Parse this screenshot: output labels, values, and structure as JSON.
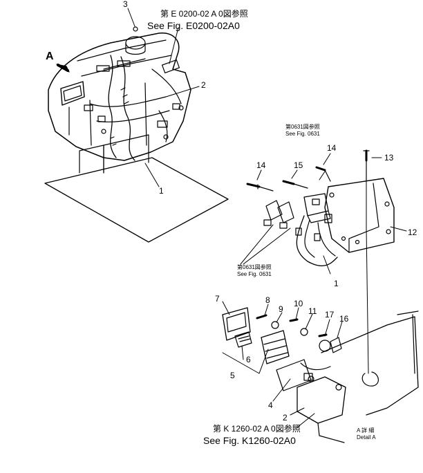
{
  "refs": {
    "e0200_jp": "第 E 0200-02 A 0図参照",
    "e0200_en": "See Fig. E0200-02A0",
    "r0631_top_jp": "第0631図参照",
    "r0631_top_en": "See Fig. 0631",
    "r0631_bot_jp": "第0631図参照",
    "r0631_bot_en": "See Fig. 0631",
    "k1260_jp": "第 K 1260-02 A 0図参照",
    "k1260_en": "See Fig. K1260-02A0",
    "detail_jp": "A 詳 細",
    "detail_en": "Detail A"
  },
  "view_marker": "A",
  "part_numbers": {
    "p1_top": "1",
    "p1_mid": "1",
    "p2_top": "2",
    "p2_bot": "2",
    "p3": "3",
    "p4": "4",
    "p5": "5",
    "p6": "6",
    "p7": "7",
    "p8": "8",
    "p9": "9",
    "p10": "10",
    "p11": "11",
    "p12": "12",
    "p13": "13",
    "p14_left": "14",
    "p14_right": "14",
    "p15": "15",
    "p16": "16",
    "p17": "17"
  },
  "colors": {
    "ink": "#000000",
    "paper": "#ffffff"
  }
}
